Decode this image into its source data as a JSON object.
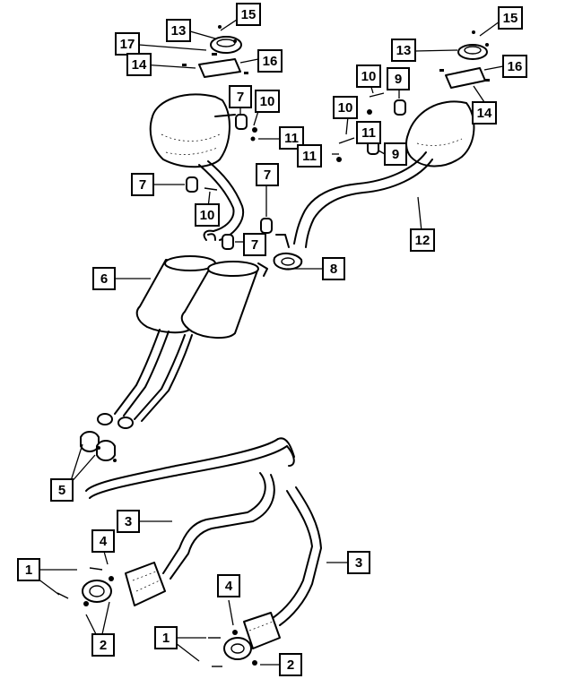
{
  "callouts": [
    {
      "id": "c15a",
      "label": "15"
    },
    {
      "id": "c13a",
      "label": "13"
    },
    {
      "id": "c17",
      "label": "17"
    },
    {
      "id": "c16a",
      "label": "16"
    },
    {
      "id": "c14a",
      "label": "14"
    },
    {
      "id": "c7a",
      "label": "7"
    },
    {
      "id": "c10a",
      "label": "10"
    },
    {
      "id": "c11a",
      "label": "11"
    },
    {
      "id": "c7b",
      "label": "7"
    },
    {
      "id": "c10b",
      "label": "10"
    },
    {
      "id": "c7c",
      "label": "7"
    },
    {
      "id": "c7d",
      "label": "7"
    },
    {
      "id": "c6",
      "label": "6"
    },
    {
      "id": "c8",
      "label": "8"
    },
    {
      "id": "c15b",
      "label": "15"
    },
    {
      "id": "c13b",
      "label": "13"
    },
    {
      "id": "c16b",
      "label": "16"
    },
    {
      "id": "c10c",
      "label": "10"
    },
    {
      "id": "c9a",
      "label": "9"
    },
    {
      "id": "c14b",
      "label": "14"
    },
    {
      "id": "c10d",
      "label": "10"
    },
    {
      "id": "c11b",
      "label": "11"
    },
    {
      "id": "c11c",
      "label": "11"
    },
    {
      "id": "c9b",
      "label": "9"
    },
    {
      "id": "c12",
      "label": "12"
    },
    {
      "id": "c5",
      "label": "5"
    },
    {
      "id": "c3a",
      "label": "3"
    },
    {
      "id": "c3b",
      "label": "3"
    },
    {
      "id": "c4a",
      "label": "4"
    },
    {
      "id": "c1a",
      "label": "1"
    },
    {
      "id": "c2a",
      "label": "2"
    },
    {
      "id": "c4b",
      "label": "4"
    },
    {
      "id": "c1b",
      "label": "1"
    },
    {
      "id": "c2b",
      "label": "2"
    }
  ]
}
